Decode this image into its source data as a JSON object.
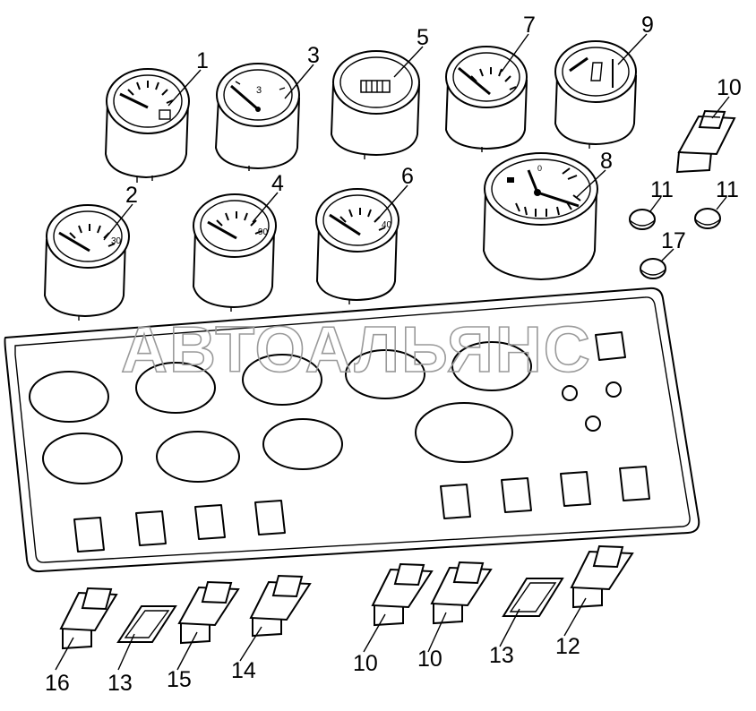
{
  "watermark": "АВТОАЛЬЯНС",
  "callouts": {
    "c1": "1",
    "c2": "2",
    "c3": "3",
    "c4": "4",
    "c5": "5",
    "c6": "6",
    "c7": "7",
    "c8": "8",
    "c9": "9",
    "c10a": "10",
    "c11a": "11",
    "c11b": "11",
    "c17": "17",
    "c16": "16",
    "c13a": "13",
    "c15": "15",
    "c14": "14",
    "c10b": "10",
    "c10c": "10",
    "c13b": "13",
    "c12": "12"
  }
}
